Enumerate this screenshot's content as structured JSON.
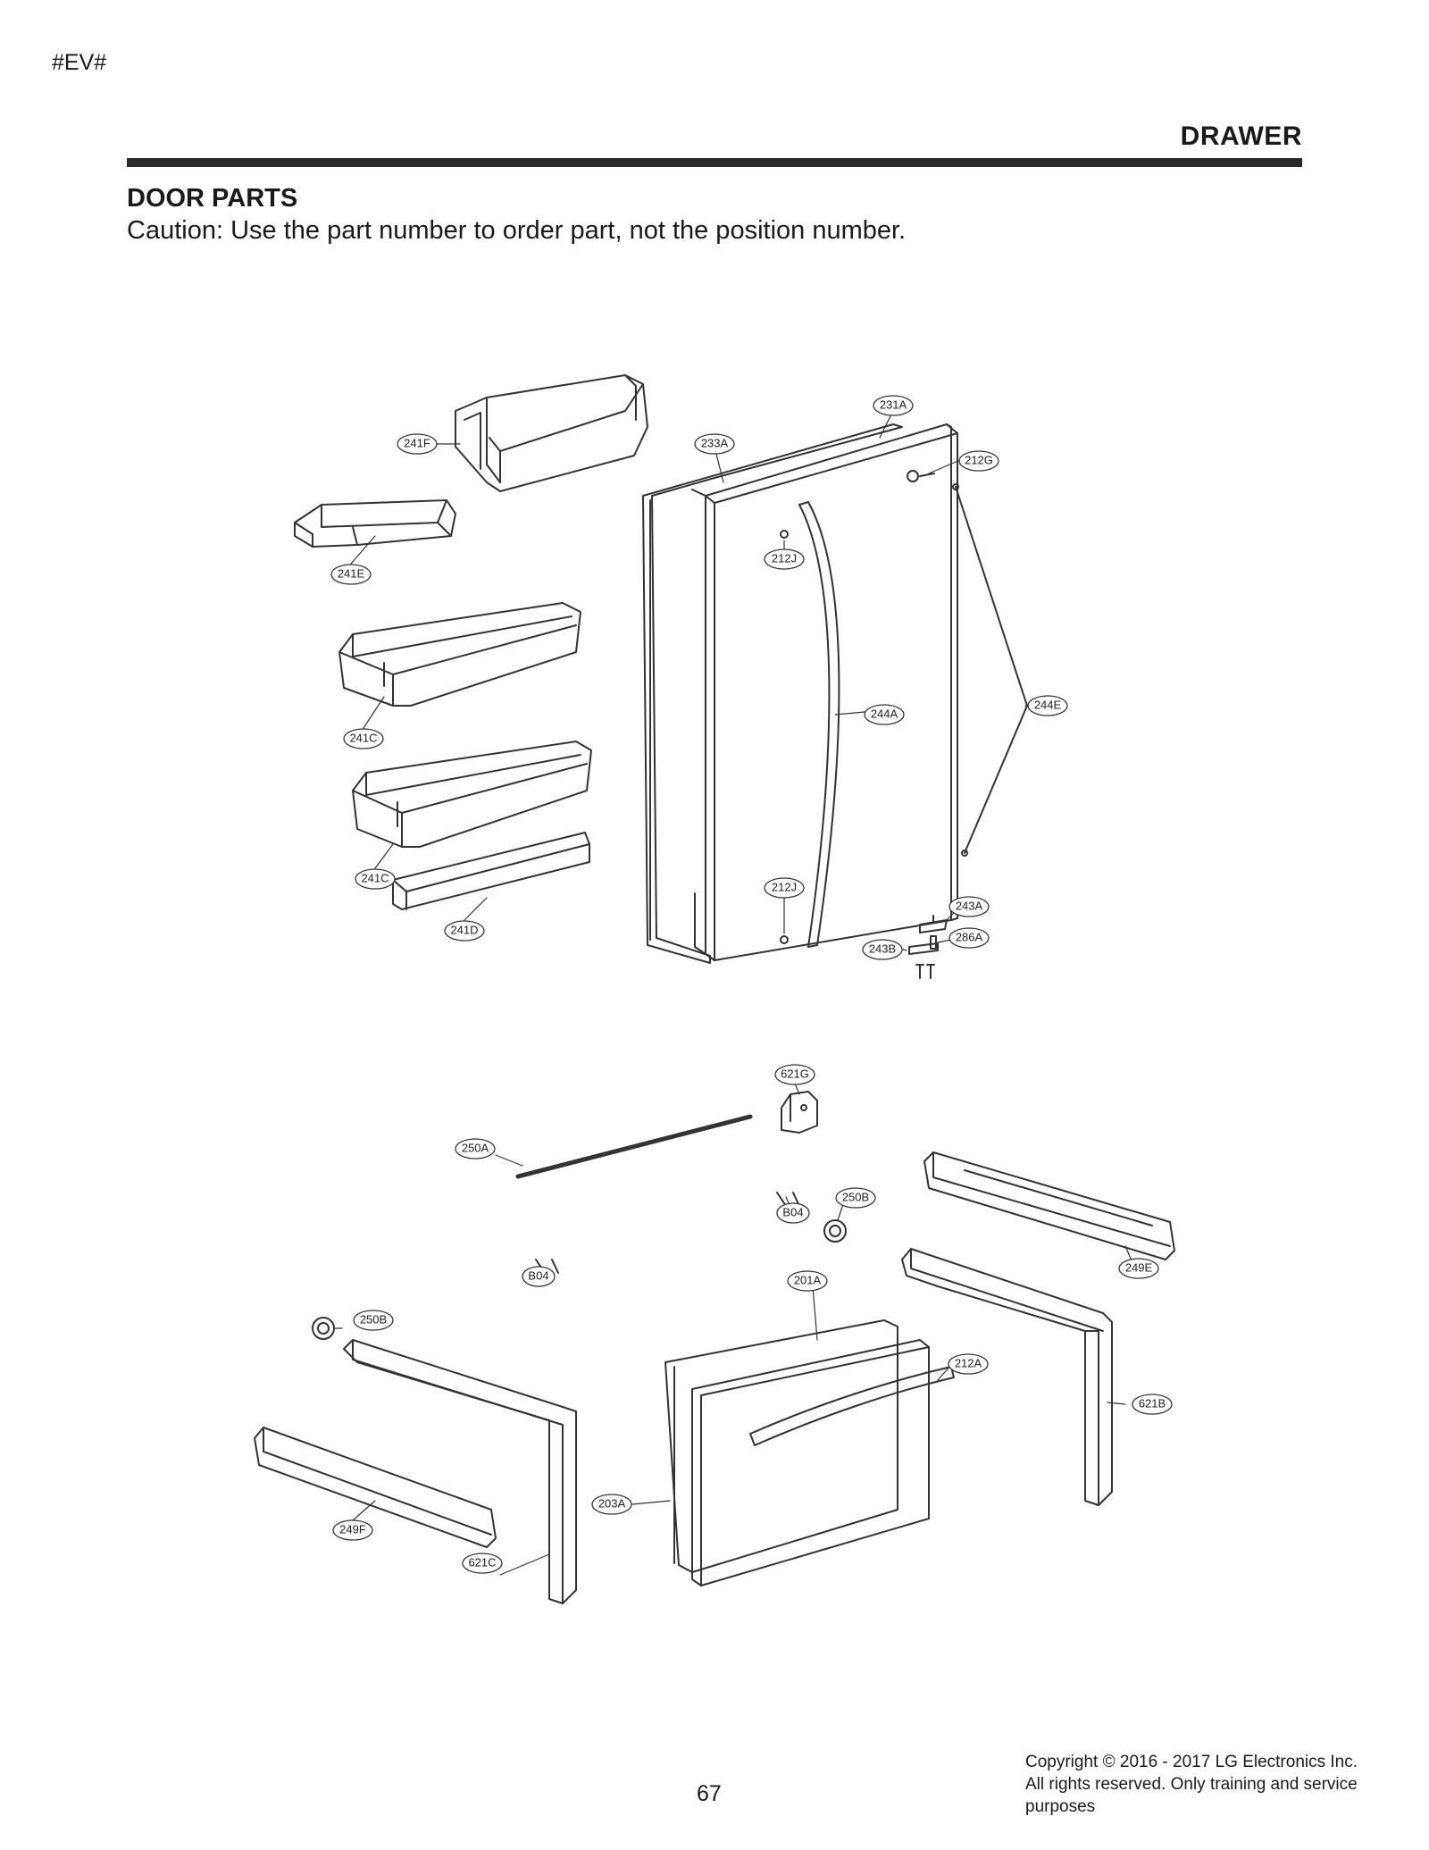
{
  "header": {
    "model_tag": "#EV#",
    "section_title": "DRAWER"
  },
  "page": {
    "heading": "DOOR PARTS",
    "caution": "Caution: Use the part number to order part, not the position number."
  },
  "diagram": {
    "callouts": {
      "p241F": "241F",
      "p241E": "241E",
      "p241C_a": "241C",
      "p241C_b": "241C",
      "p241D": "241D",
      "p233A": "233A",
      "p231A": "231A",
      "p212G": "212G",
      "p212J_a": "212J",
      "p212J_b": "212J",
      "p244A": "244A",
      "p244E": "244E",
      "p243A": "243A",
      "p243B": "243B",
      "p286A": "286A",
      "p621G": "621G",
      "p250A": "250A",
      "p250B_a": "250B",
      "p250B_b": "250B",
      "pB04_a": "B04",
      "pB04_b": "B04",
      "p249E": "249E",
      "p201A": "201A",
      "p212A": "212A",
      "p621B": "621B",
      "p203A": "203A",
      "p249F": "249F",
      "p621C": "621C"
    }
  },
  "footer": {
    "page_number": "67",
    "copyright_lines": [
      "Copyright © 2016 - 2017 LG Electronics Inc.",
      "All rights reserved. Only training and service",
      "purposes"
    ]
  }
}
